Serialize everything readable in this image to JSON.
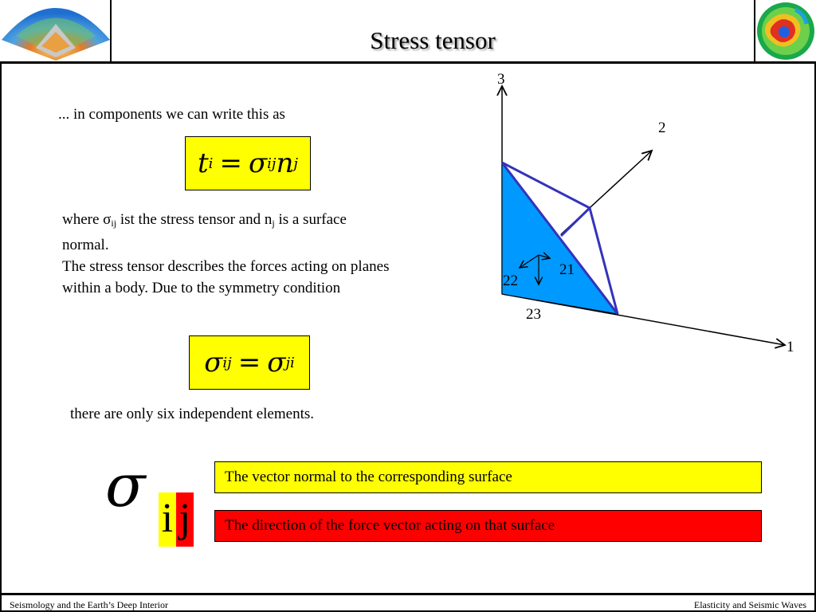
{
  "header": {
    "title": "Stress tensor"
  },
  "intro": "... in components we can write this as",
  "eq1": {
    "lhs": "t",
    "lhs_sub": "i",
    "op": "=",
    "sigma": "σ",
    "sigma_sub": "ij",
    "n": "n",
    "n_sub": "j"
  },
  "para": {
    "w1": "where ",
    "sigma": "σ",
    "sigma_sub": "ij",
    "w2": " ist the stress tensor and n",
    "n_sub": "j",
    "w3": " is a surface normal.",
    "line2": "The stress tensor describes the forces acting on planes within a body.  Due to the symmetry condition"
  },
  "eq2": {
    "lhs": "σ",
    "lhs_sub": "ij",
    "op": "=",
    "rhs": "σ",
    "rhs_sub": "ji"
  },
  "closing": "there are only six independent elements.",
  "index_legend": {
    "sigma": "σ",
    "i": "i",
    "j": "j",
    "yellow_text": "The vector normal to the corresponding surface",
    "red_text": "The direction of the force vector acting on that surface",
    "colors": {
      "yellow": "#ffff00",
      "red": "#ff0000"
    }
  },
  "diagram": {
    "axis_labels": {
      "axis1": "1",
      "axis2": "2",
      "axis3": "3"
    },
    "component_labels": {
      "c21": "21",
      "c22": "22",
      "c23": "23"
    },
    "colors": {
      "face": "#0099ff",
      "edges": "#3333bb"
    }
  },
  "footer": {
    "left": "Seismology and the Earth’s Deep Interior",
    "right": "Elasticity and Seismic Waves"
  }
}
